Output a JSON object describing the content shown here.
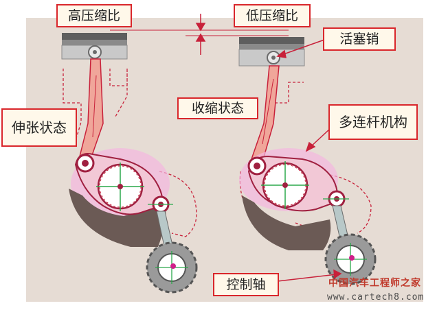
{
  "labels": {
    "high_ratio": "高压缩比",
    "low_ratio": "低压缩比",
    "piston_pin": "活塞销",
    "extended": "伸张状态",
    "contracted": "收缩状态",
    "multilink": "多连杆机构",
    "control_shaft": "控制轴"
  },
  "watermark": {
    "brand": "中国汽车工程师之家",
    "url": "www.cartech8.com"
  },
  "colors": {
    "panel": "#e6dcd4",
    "crank_dark": "#6b5a55",
    "link_fill": "#f2c8d6",
    "pink_glow": "#f3b7e0",
    "red_line": "#c8213a",
    "label_border": "#d9262b"
  }
}
